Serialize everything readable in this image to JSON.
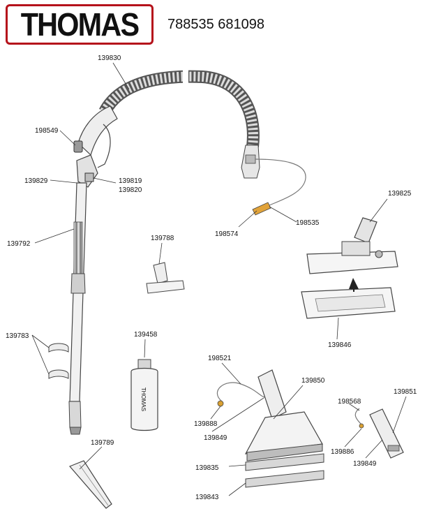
{
  "header": {
    "brand": "THOMAS",
    "document_number": "788535 681098"
  },
  "bottle_label": "THOMAS",
  "parts": {
    "p139830": "139830",
    "p198549": "198549",
    "p139829": "139829",
    "p139819": "139819",
    "p139820": "139820",
    "p139792": "139792",
    "p198574": "198574",
    "p198535": "198535",
    "p139825": "139825",
    "p139788": "139788",
    "p139846": "139846",
    "p139783": "139783",
    "p139458": "139458",
    "p198521": "198521",
    "p139850": "139850",
    "p198568": "198568",
    "p139851": "139851",
    "p139888": "139888",
    "p139849a": "139849",
    "p139886": "139886",
    "p139849b": "139849",
    "p139789": "139789",
    "p139835": "139835",
    "p139843": "139843"
  }
}
